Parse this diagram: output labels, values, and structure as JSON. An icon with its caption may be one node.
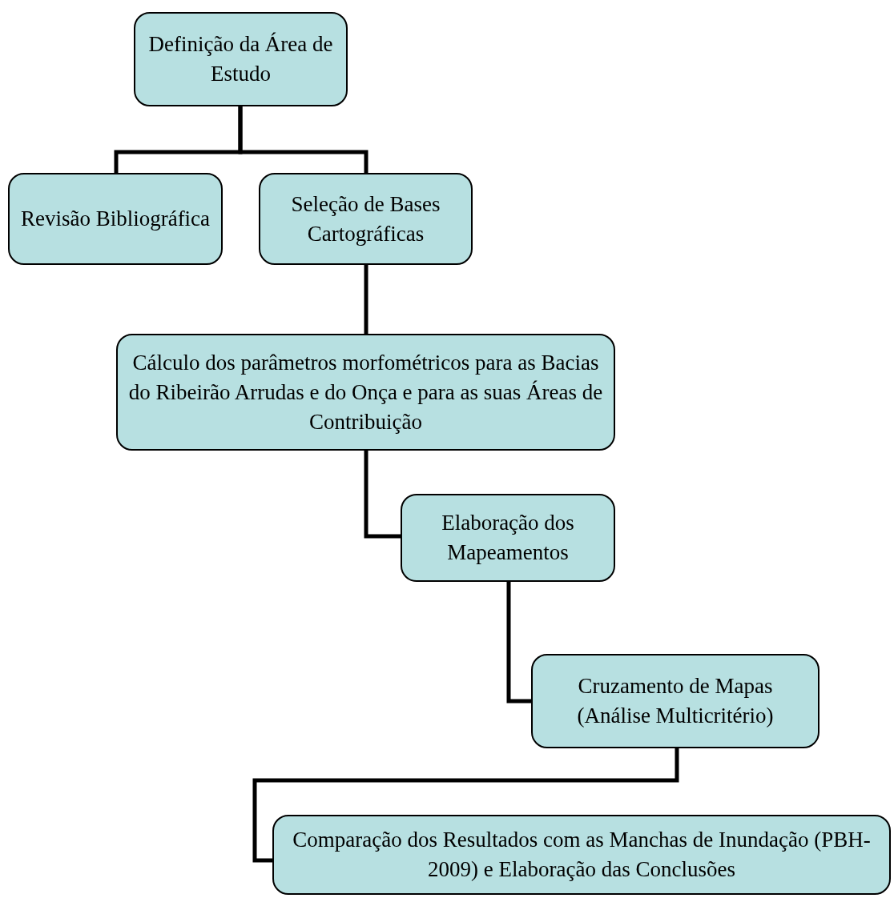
{
  "diagram": {
    "nodes": [
      {
        "text": [
          "Definição da Área de Estudo"
        ]
      },
      {
        "text": [
          "Revisão Bibliográfica"
        ]
      },
      {
        "text": [
          "Seleção de Bases Cartográficas"
        ]
      },
      {
        "text": [
          "Cálculo dos parâmetros morfométricos para as Bacias do Ribeirão Arrudas e do Onça e para as suas Áreas de Contribuição"
        ]
      },
      {
        "text": [
          "Elaboração dos Mapeamentos"
        ]
      },
      {
        "text": [
          "Cruzamento de Mapas (Análise Multicritério)"
        ]
      },
      {
        "text": [
          "Comparação dos Resultados com as Manchas de Inundação (PBH-2009) e Elaboração das Conclusões"
        ]
      }
    ],
    "edges": [
      {
        "from": 0,
        "to": 1,
        "arrow": "none"
      },
      {
        "from": 0,
        "to": 2,
        "arrow": "none"
      },
      {
        "from": 2,
        "to": 3,
        "arrow": "none"
      },
      {
        "from": 3,
        "to": 4,
        "arrow": "none"
      },
      {
        "from": 4,
        "to": 5,
        "arrow": "none"
      },
      {
        "from": 5,
        "to": 6,
        "arrow": "none"
      }
    ]
  }
}
